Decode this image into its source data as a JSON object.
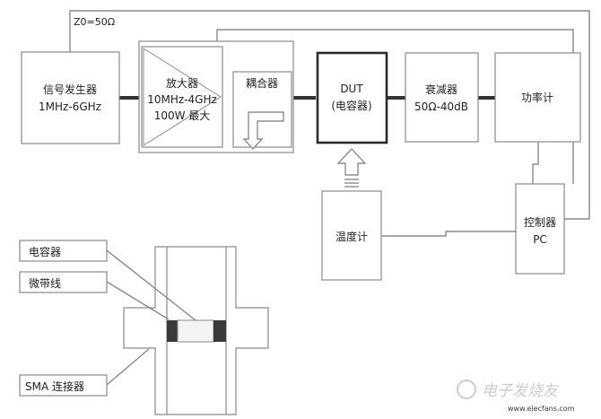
{
  "impedance": "Z0=50Ω",
  "signal_generator": {
    "line1": "信号发生器",
    "line2": "1MHz-6GHz"
  },
  "amplifier": {
    "line1": "放大器",
    "line2": "10MHz-4GHz",
    "line3": "100W 最大"
  },
  "coupler": {
    "label": "耦合器"
  },
  "dut": {
    "line1": "DUT",
    "line2": "(电容器)"
  },
  "attenuator": {
    "line1": "衰减器",
    "line2": "50Ω-40dB"
  },
  "power_meter": {
    "label": "功率计"
  },
  "thermometer": {
    "label": "温度计"
  },
  "controller": {
    "line1": "控制器",
    "line2": "PC"
  },
  "callouts": {
    "capacitor": "电容器",
    "microstrip": "微带线",
    "sma": "SMA 连接器"
  },
  "watermark": "电子发烧友",
  "watermark_url": "www.elecfans.com"
}
